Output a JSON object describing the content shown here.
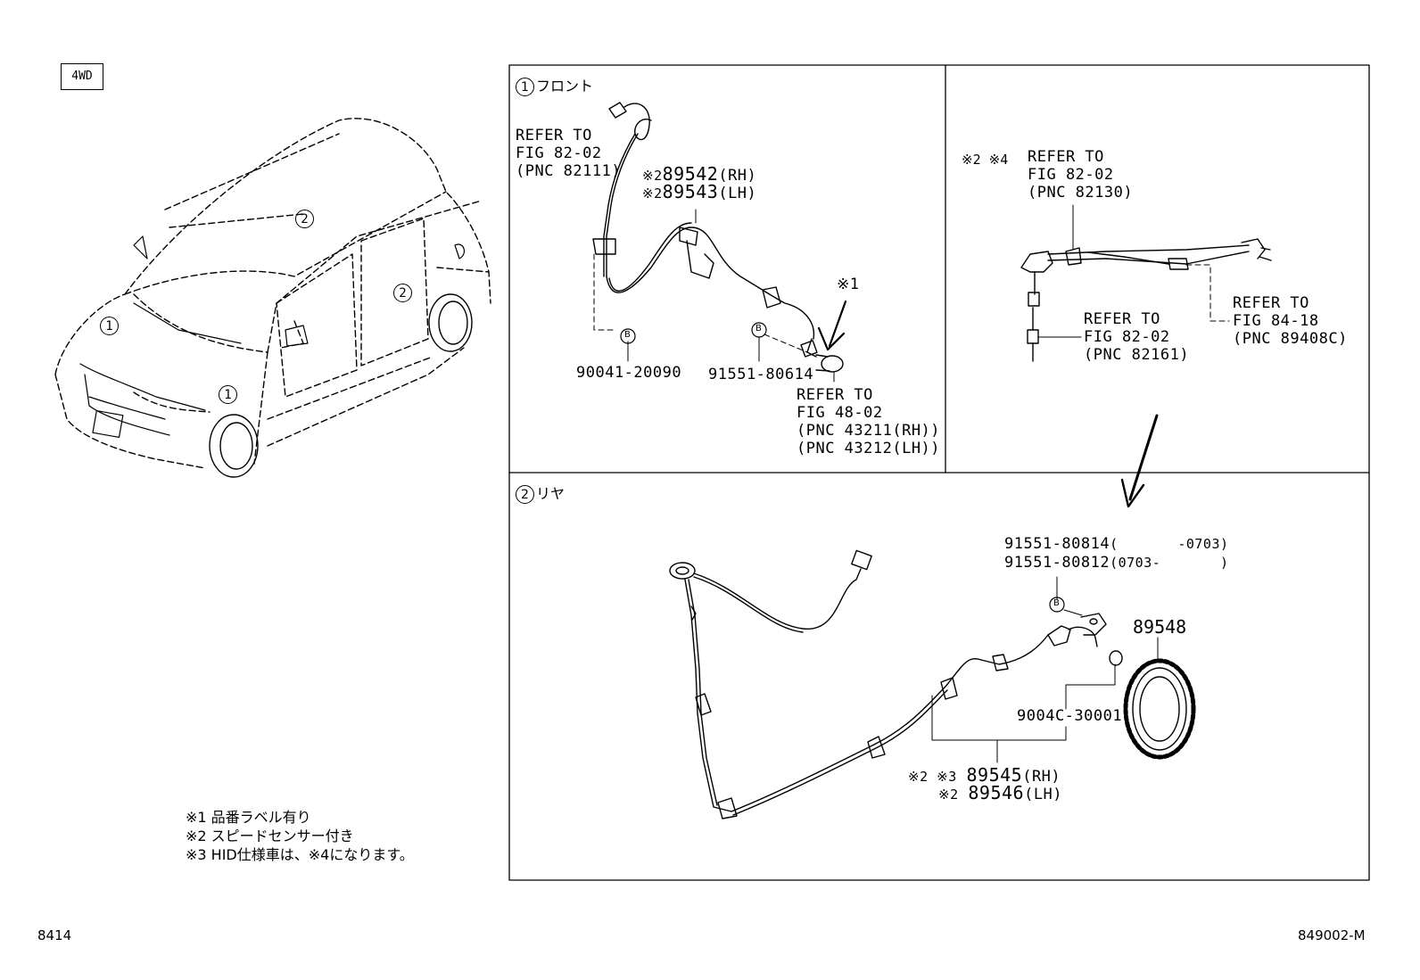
{
  "badge": "4WD",
  "views": {
    "front": {
      "num": "1",
      "title": "フロント"
    },
    "rear": {
      "num": "2",
      "title": "リヤ"
    }
  },
  "car_markers": [
    "2",
    "1",
    "2",
    "1"
  ],
  "front": {
    "refer_top": [
      "REFER TO",
      "FIG 82-02",
      "(PNC 82111)"
    ],
    "part_rh": {
      "mark": "※2",
      "num": "89542",
      "side": "(RH)"
    },
    "part_lh": {
      "mark": "※2",
      "num": "89543",
      "side": "(LH)"
    },
    "arrow_mark": "※1",
    "b1": "B",
    "b2": "B",
    "part_bolt1": "90041-20090",
    "part_bolt2": "91551-80614",
    "refer_bottom": [
      "REFER TO",
      "FIG 48-02",
      "(PNC 43211(RH))",
      "(PNC 43212(LH))"
    ]
  },
  "hid": {
    "marks": "※2 ※4",
    "refer_top": [
      "REFER TO",
      "FIG 82-02",
      "(PNC 82130)"
    ],
    "refer_mid": [
      "REFER TO",
      "FIG 82-02",
      "(PNC 82161)"
    ],
    "refer_right": [
      "REFER TO",
      "FIG 84-18",
      "(PNC 89408C)"
    ]
  },
  "rear": {
    "bolt_a": {
      "num": "91551-80814",
      "range": "(       -0703)"
    },
    "bolt_b": {
      "num": "91551-80812",
      "range": "(0703-       )"
    },
    "b": "B",
    "part_rotor": "89548",
    "part_oring": "9004C-30001",
    "part_rh": {
      "marks": "※2 ※3",
      "num": "89545",
      "side": "(RH)"
    },
    "part_lh": {
      "marks": "※2",
      "num": "89546",
      "side": "(LH)"
    }
  },
  "notes": [
    "※1 品番ラベル有り",
    "※2 スピードセンサー付き",
    "※3 HID仕様車は、※4になります。"
  ],
  "footer": {
    "left": "8414",
    "right": "849002-M"
  }
}
